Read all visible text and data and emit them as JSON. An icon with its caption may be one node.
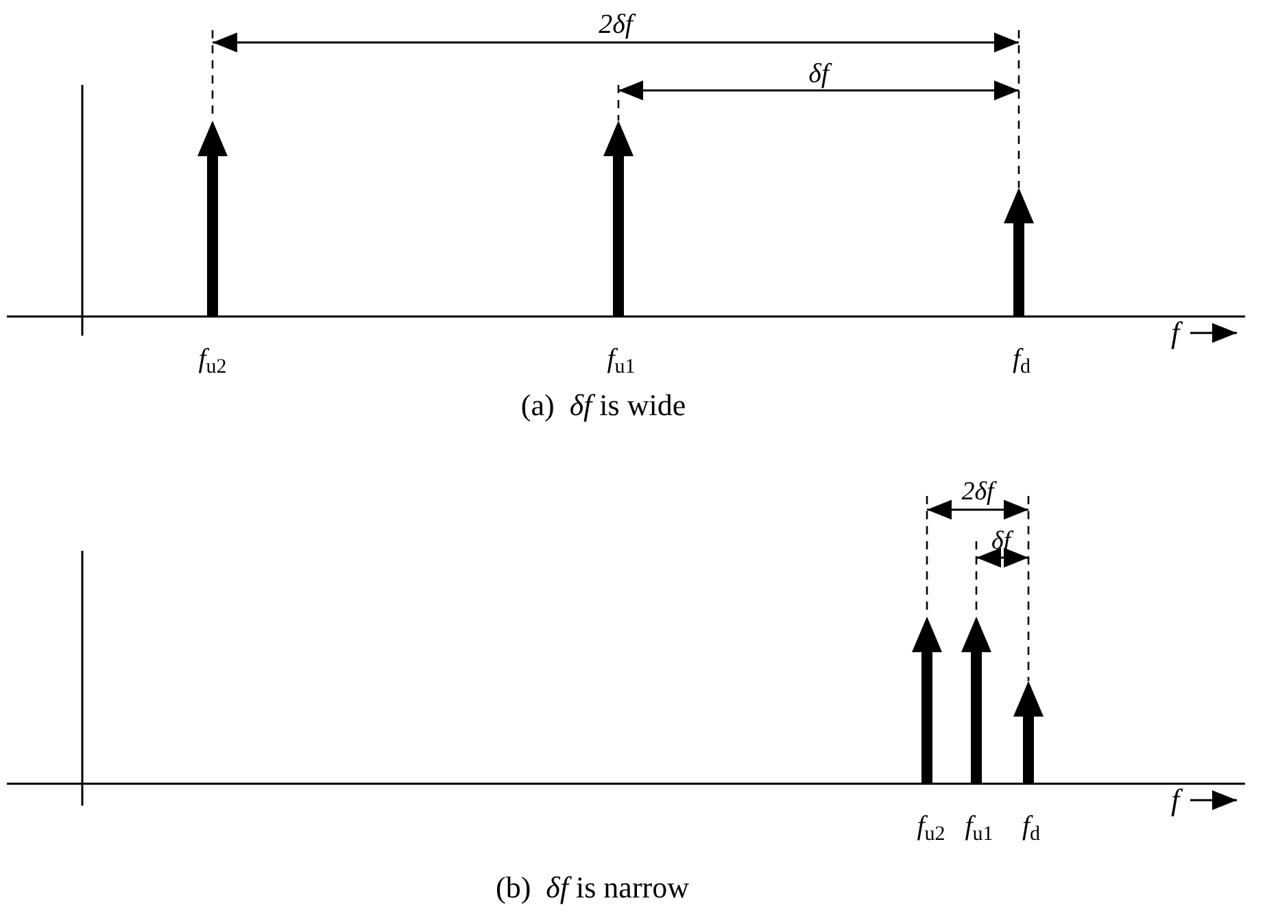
{
  "diagram": {
    "labels": [
      "2δf",
      "δf",
      "*f*$_{u2}$",
      "*f*$_{u1}$",
      "*f*$_{d}$",
      "*f*",
      "(a)  *δf* is wide",
      "2δf",
      "δf",
      "*f*$_{u2}$",
      "*f*$_{u1}$",
      "*f*$_{d}$",
      "*f*",
      "(b)  *δf* is narrow"
    ]
  }
}
